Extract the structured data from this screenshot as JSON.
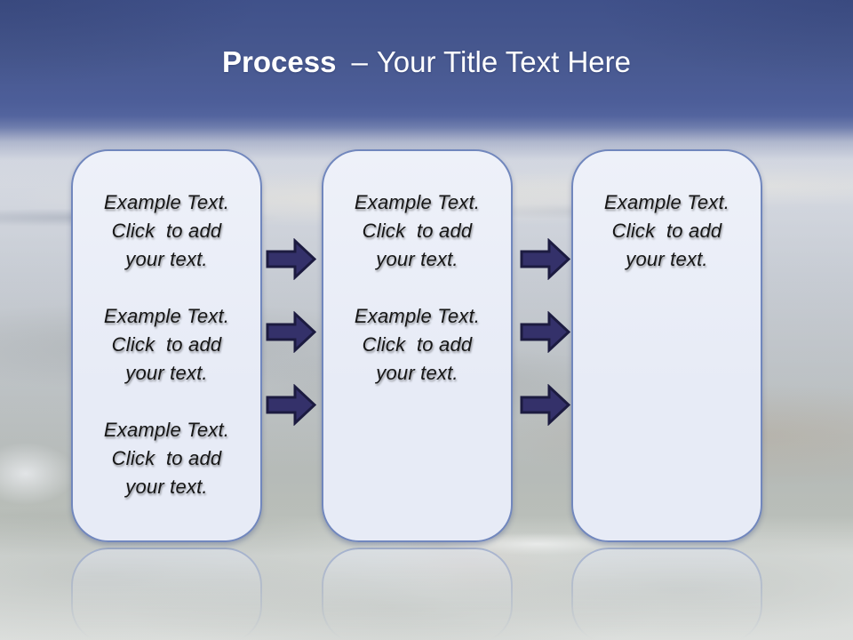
{
  "slide": {
    "title": {
      "emphasis": "Process",
      "separator": "–",
      "rest": "Your Title Text Here"
    }
  },
  "theme": {
    "header_blue": "#47588f",
    "title_color": "#ffffff",
    "box_fill": "#e7ebf6",
    "box_border": "#7187bd",
    "arrow_fill": "#34316a",
    "arrow_stroke": "#1c1b40",
    "body_text": "#161616"
  },
  "steps": [
    {
      "name": "step-1",
      "paragraphs": [
        "Example Text.\nClick  to add\nyour text.",
        "Example Text.\nClick  to add\nyour text.",
        "Example Text.\nClick  to add\nyour text."
      ]
    },
    {
      "name": "step-2",
      "paragraphs": [
        "Example Text.\nClick  to add\nyour text.",
        "Example Text.\nClick  to add\nyour text."
      ]
    },
    {
      "name": "step-3",
      "paragraphs": [
        "Example Text.\nClick  to add\nyour text."
      ]
    }
  ],
  "connectors": [
    {
      "name": "connector-1-2",
      "arrow_count": 3
    },
    {
      "name": "connector-2-3",
      "arrow_count": 3
    }
  ]
}
